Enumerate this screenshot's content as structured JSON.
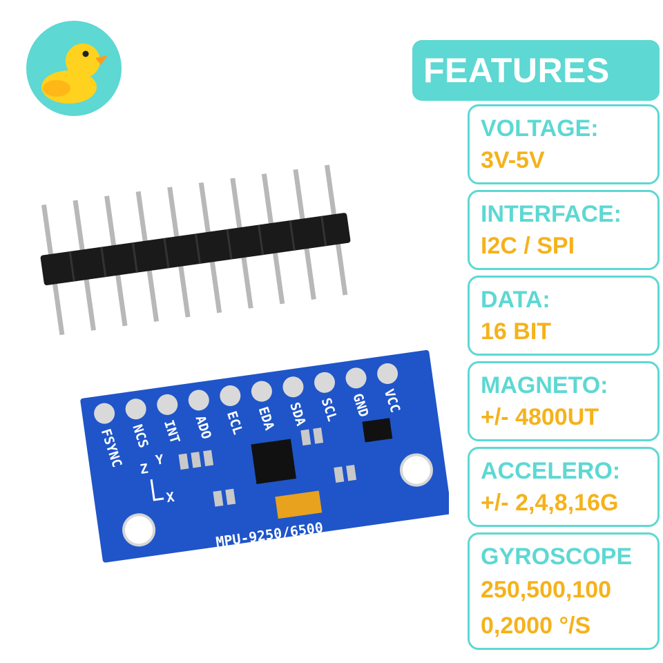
{
  "header": {
    "title": "FEATURES"
  },
  "features": [
    {
      "label": "VOLTAGE:",
      "value": "3V-5V"
    },
    {
      "label": "INTERFACE:",
      "value": "I2C / SPI"
    },
    {
      "label": "DATA:",
      "value": "16 BIT"
    },
    {
      "label": "MAGNETO:",
      "value": "+/- 4800UT"
    },
    {
      "label": "ACCELERO:",
      "value": "+/- 2,4,8,16G"
    },
    {
      "label": "GYROSCOPE",
      "value": "250,500,100",
      "value2": "0,2000 °/S"
    }
  ],
  "board": {
    "model": "MPU-9250/6500",
    "pins": [
      "FSYNC",
      "NCS",
      "INT",
      "ADO",
      "ECL",
      "EDA",
      "SDA",
      "SCL",
      "GND",
      "VCC"
    ],
    "axes": {
      "z": "Z",
      "y": "Y",
      "x": "X"
    }
  },
  "colors": {
    "accent": "#5dd8d3",
    "value": "#f5b21b",
    "board": "#1f55c8"
  },
  "icons": {
    "logo": "rubber-duck-icon"
  }
}
